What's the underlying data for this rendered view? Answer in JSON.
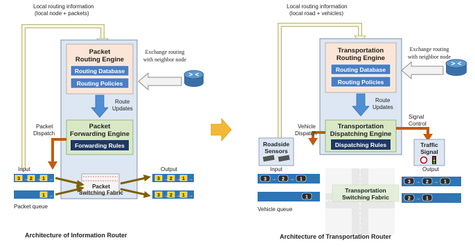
{
  "left": {
    "local_info_line1": "Local routing information",
    "local_info_line2": "(local node + packets)",
    "routing_engine_line1": "Packet",
    "routing_engine_line2": "Routing Engine",
    "routing_db": "Routing Database",
    "routing_policies": "Routing Policies",
    "exchange_line1": "Exchange routing",
    "exchange_line2": "with neighbor node",
    "route_updates_line1": "Route",
    "route_updates_line2": "Updates",
    "dispatch_line1": "Packet",
    "dispatch_line2": "Dispatch",
    "forwarding_engine_line1": "Packet",
    "forwarding_engine_line2": "Forwarding Engine",
    "forwarding_rules": "Forwarding Rules",
    "input_label": "Input",
    "output_label": "Output",
    "switching_line1": "Packet",
    "switching_line2": "Switching Fabric",
    "packet_queue": "Packet queue",
    "input_queue_1": [
      "3",
      "2",
      "1"
    ],
    "input_queue_2": [
      "1"
    ],
    "output_queue_1": [
      "3",
      "2",
      "1"
    ],
    "output_queue_2": [
      "3",
      "2",
      "1"
    ],
    "caption": "Architecture of Information Router"
  },
  "right": {
    "local_info_line1": "Local routing information",
    "local_info_line2": "(local road + vehicles)",
    "routing_engine_line1": "Transportation",
    "routing_engine_line2": "Routing Engine",
    "routing_db": "Routing Database",
    "routing_policies": "Routing Policies",
    "exchange_line1": "Exchange routing",
    "exchange_line2": "with neighbor node",
    "route_updates_line1": "Route",
    "route_updates_line2": "Updates",
    "signal_control_line1": "Signal",
    "signal_control_line2": "Control",
    "dispatch_line1": "Vehicle",
    "dispatch_line2": "Dispatch",
    "dispatching_engine_line1": "Transportation",
    "dispatching_engine_line2": "Dispatching Engine",
    "dispatching_rules": "Dispatching Rules",
    "roadside_line1": "Roadside",
    "roadside_line2": "Sensors",
    "traffic_signal_line1": "Traffic",
    "traffic_signal_line2": "Signal",
    "input_label": "Input",
    "output_label": "Output",
    "switching_line1": "Transportation",
    "switching_line2": "Switching Fabric",
    "vehicle_queue": "Vehicle queue",
    "input_queue_1": [
      "3",
      "2",
      "1"
    ],
    "input_queue_2": [
      "1"
    ],
    "output_queue_1": [
      "3",
      "2",
      "1"
    ],
    "output_queue_2": [
      "2",
      "1"
    ],
    "caption": "Architecture of Transportation Router"
  },
  "colors": {
    "outer_panel": "#dde7f3",
    "routing_engine": "#fbe5d6",
    "blue_box": "#4a7ec4",
    "forwarding_engine": "#d9e8c4",
    "dark_rules": "#1f3864",
    "arrow_orange": "#c55a11",
    "arrow_blue": "#4f8fd6",
    "arrow_olive": "#7f6000",
    "transition_arrow": "#f5b835",
    "queue_blue": "#2e75b6"
  }
}
